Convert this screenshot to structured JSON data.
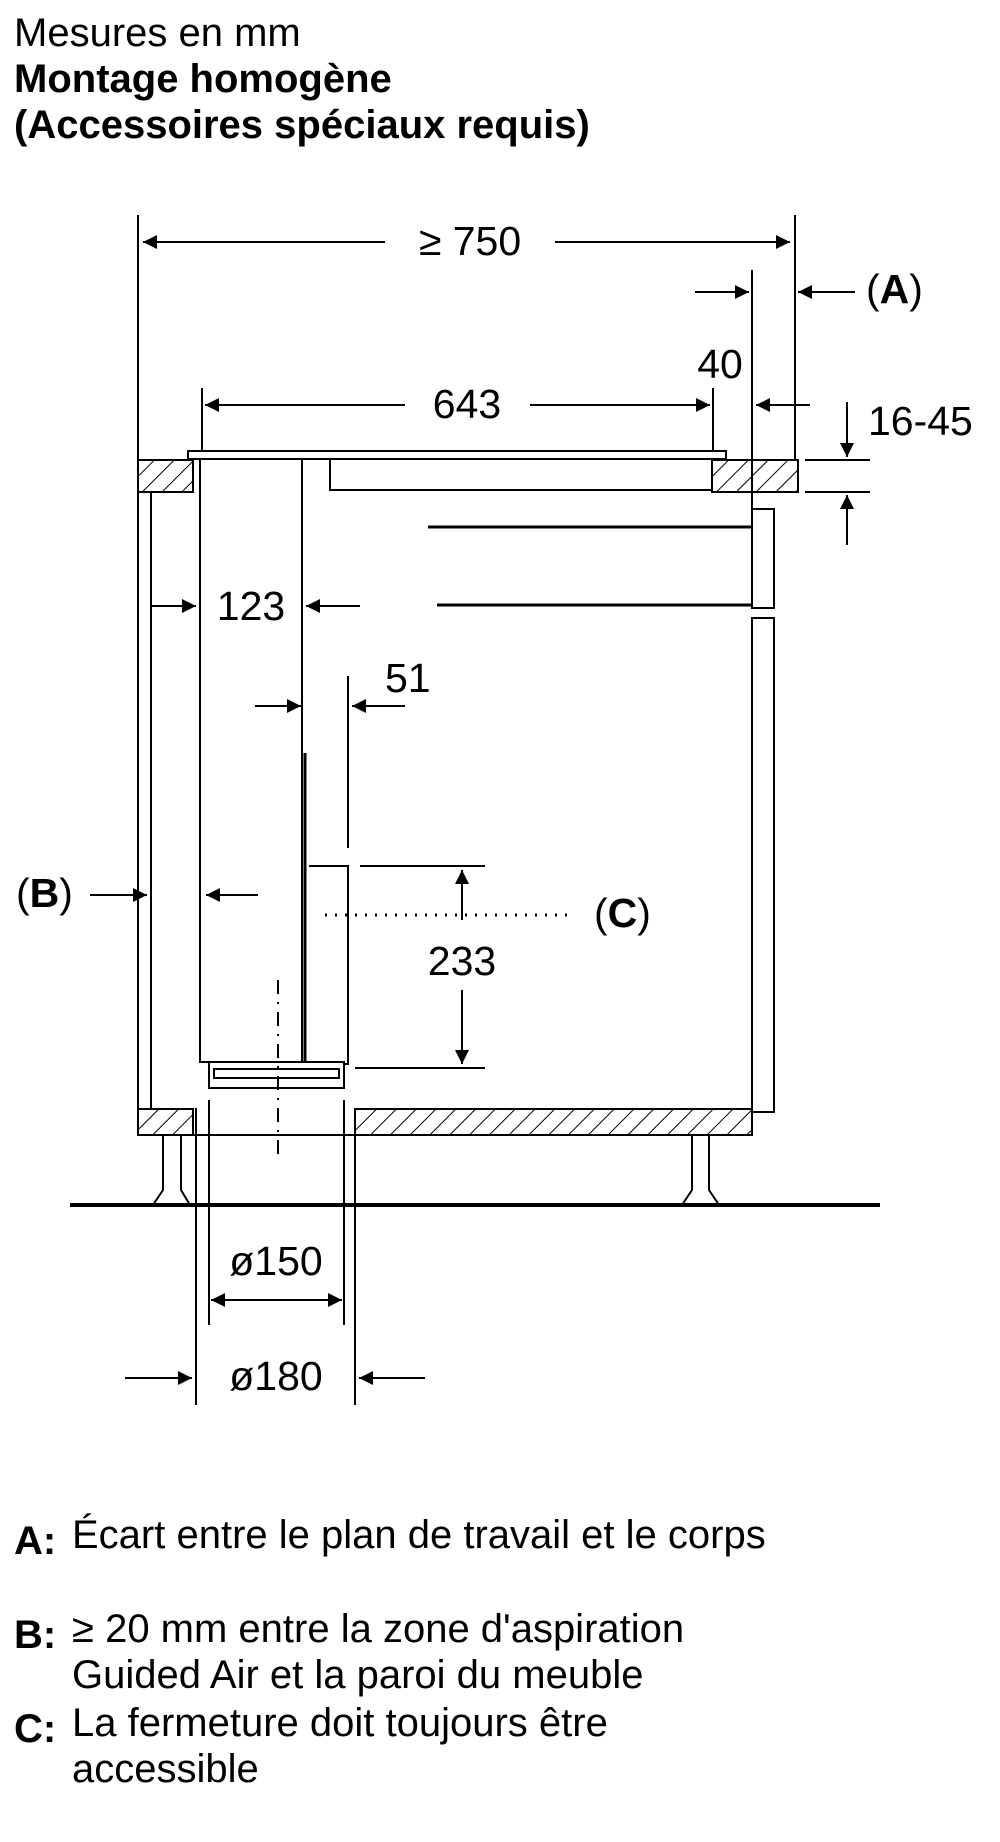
{
  "header": {
    "line1": "Mesures en mm",
    "line2": "Montage homogène",
    "line3": "(Accessoires spéciaux requis)"
  },
  "dimensions": {
    "min_width": "≥ 750",
    "inner_width": "643",
    "offset_40": "40",
    "thickness": "16-45",
    "clearance_123": "123",
    "gap_51": "51",
    "height_233": "233",
    "dia_150": "ø150",
    "dia_180": "ø180"
  },
  "callouts": {
    "a": "A",
    "b": "B",
    "c": "C"
  },
  "notes": [
    {
      "key": "A:",
      "lines": [
        "Écart entre le plan de travail et le corps"
      ]
    },
    {
      "key": "B:",
      "lines": [
        "≥ 20 mm entre la zone d'aspiration",
        "Guided Air et la paroi du meuble"
      ]
    },
    {
      "key": "C:",
      "lines": [
        "La fermeture doit toujours être",
        "accessible"
      ]
    }
  ]
}
